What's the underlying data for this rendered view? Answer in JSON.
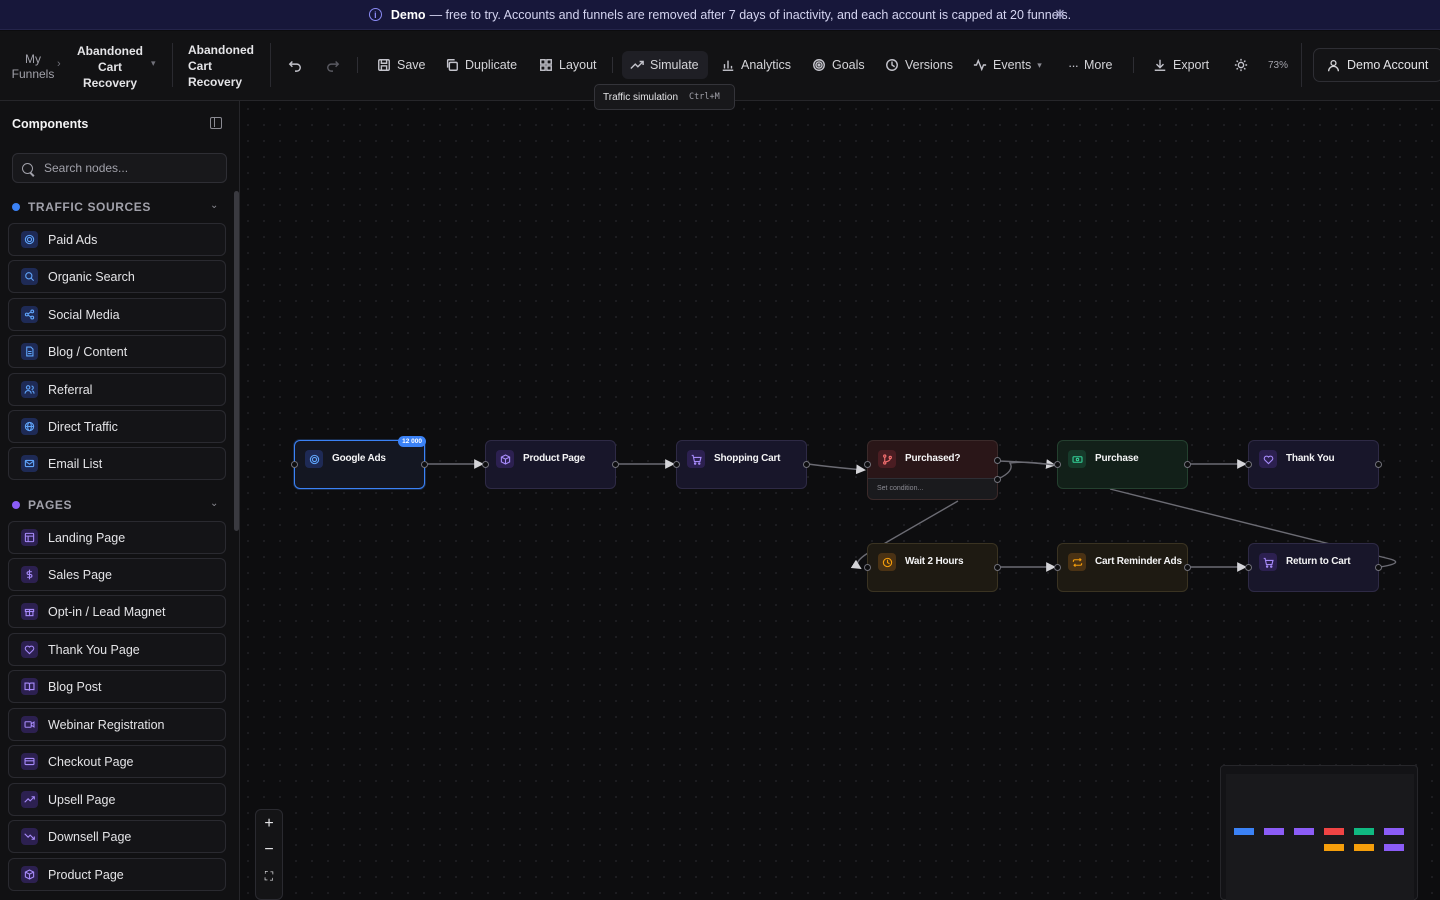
{
  "banner": {
    "label": "Demo",
    "message": "— free to try. Accounts and funnels are removed after 7 days of inactivity, and each account is capped at 20 funnels."
  },
  "breadcrumb": {
    "root": "My Funnels",
    "current": "Abandoned Cart Recovery"
  },
  "funnel_title": "Abandoned Cart Recovery",
  "toolbar": {
    "save": "Save",
    "duplicate": "Duplicate",
    "layout": "Layout",
    "simulate": "Simulate",
    "analytics": "Analytics",
    "goals": "Goals",
    "versions": "Versions",
    "events": "Events",
    "more": "More",
    "export": "Export",
    "zoom": "73%",
    "account": "Demo Account"
  },
  "tooltip": {
    "text": "Traffic simulation",
    "shortcut": "Ctrl+M"
  },
  "sidebar": {
    "title": "Components",
    "search_placeholder": "Search nodes...",
    "sections": [
      {
        "title": "TRAFFIC SOURCES",
        "color": "#3b82f6",
        "items": [
          "Paid Ads",
          "Organic Search",
          "Social Media",
          "Blog / Content",
          "Referral",
          "Direct Traffic",
          "Email List"
        ]
      },
      {
        "title": "PAGES",
        "color": "#8b5cf6",
        "items": [
          "Landing Page",
          "Sales Page",
          "Opt-in / Lead Magnet",
          "Thank You Page",
          "Blog Post",
          "Webinar Registration",
          "Checkout Page",
          "Upsell Page",
          "Downsell Page",
          "Product Page"
        ]
      }
    ]
  },
  "nodes": {
    "google_ads": {
      "label": "Google Ads",
      "badge": "12 000"
    },
    "product_page": {
      "label": "Product Page"
    },
    "shopping_cart": {
      "label": "Shopping Cart"
    },
    "purchased": {
      "label": "Purchased?",
      "condition": "Set condition..."
    },
    "purchase": {
      "label": "Purchase"
    },
    "thank_you": {
      "label": "Thank You"
    },
    "wait": {
      "label": "Wait 2 Hours"
    },
    "reminder": {
      "label": "Cart Reminder Ads"
    },
    "return": {
      "label": "Return to Cart"
    }
  },
  "colors": {
    "traffic": "#3b82f6",
    "page": "#8b5cf6",
    "decision": "#ef4444",
    "conversion": "#10b981",
    "delay": "#f59e0b"
  }
}
